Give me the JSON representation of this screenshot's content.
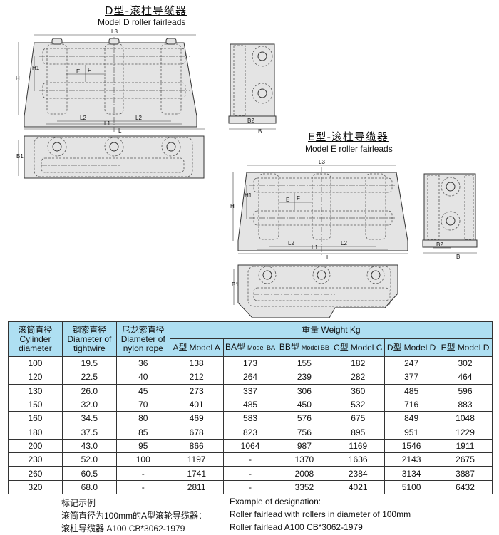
{
  "model_d": {
    "title": "D型-滚柱导缆器",
    "subtitle": "Model D roller fairleads"
  },
  "model_e": {
    "title": "E型-滚柱导缆器",
    "subtitle": "Model E roller fairleads"
  },
  "dims": {
    "L3": "L3",
    "H": "H",
    "H1": "H1",
    "E": "E",
    "F": "F",
    "L2": "L2",
    "L1": "L1",
    "L": "L",
    "B1": "B1",
    "B2": "B2",
    "B": "B"
  },
  "table": {
    "h_cyl_cn": "滚筒直径",
    "h_cyl_en": "Cylinder diameter",
    "h_wire_cn": "钢索直径",
    "h_wire_en": "Diameter of tightwire",
    "h_nylon_cn": "尼龙索直径",
    "h_nylon_en": "Diameter of nylon rope",
    "h_weight": "重量 Weight  Kg",
    "models": [
      {
        "cn": "A型",
        "en": "Model A",
        "small": false
      },
      {
        "cn": "BA型",
        "en": "Model BA",
        "small": true
      },
      {
        "cn": "BB型",
        "en": "Model BB",
        "small": true
      },
      {
        "cn": "C型",
        "en": "Model C",
        "small": false
      },
      {
        "cn": "D型",
        "en": "Model D",
        "small": false
      },
      {
        "cn": "E型",
        "en": "Model D",
        "small": false
      }
    ],
    "rows": [
      [
        "100",
        "19.5",
        "36",
        "138",
        "173",
        "155",
        "182",
        "247",
        "302"
      ],
      [
        "120",
        "22.5",
        "40",
        "212",
        "264",
        "239",
        "282",
        "377",
        "464"
      ],
      [
        "130",
        "26.0",
        "45",
        "273",
        "337",
        "306",
        "360",
        "485",
        "596"
      ],
      [
        "150",
        "32.0",
        "70",
        "401",
        "485",
        "450",
        "532",
        "716",
        "883"
      ],
      [
        "160",
        "34.5",
        "80",
        "469",
        "583",
        "576",
        "675",
        "849",
        "1048"
      ],
      [
        "180",
        "37.5",
        "85",
        "678",
        "823",
        "756",
        "895",
        "951",
        "1229"
      ],
      [
        "200",
        "43.0",
        "95",
        "866",
        "1064",
        "987",
        "1169",
        "1546",
        "1911"
      ],
      [
        "230",
        "52.0",
        "100",
        "1197",
        "-",
        "1370",
        "1636",
        "2143",
        "2675"
      ],
      [
        "260",
        "60.5",
        "-",
        "1741",
        "-",
        "2008",
        "2384",
        "3134",
        "3887"
      ],
      [
        "320",
        "68.0",
        "-",
        "2811",
        "-",
        "3352",
        "4021",
        "5100",
        "6432"
      ]
    ]
  },
  "footer": {
    "cn_1": "标记示例",
    "cn_2": "滚筒直径为100mm的A型滚轮导缆器：",
    "cn_3": "滚柱导缆器 A100 CB*3062-1979",
    "en_1": "Example of designation:",
    "en_2": "Roller fairlead with rollers in diameter of 100mm",
    "en_3": "Roller fairlead A100 CB*3062-1979"
  }
}
